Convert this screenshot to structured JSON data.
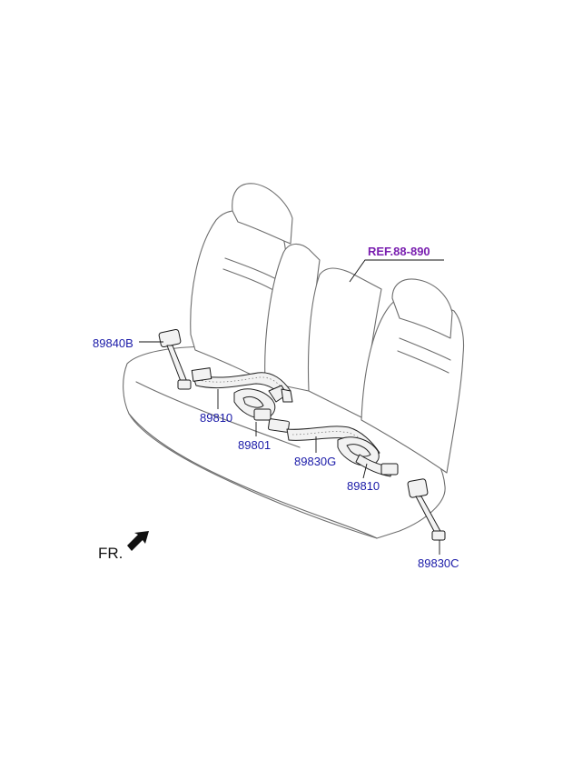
{
  "reference": {
    "label": "REF.88-890",
    "color": "#7a1fb0"
  },
  "callouts": [
    {
      "label": "89840B"
    },
    {
      "label": "89810"
    },
    {
      "label": "89801"
    },
    {
      "label": "89830G"
    },
    {
      "label": "89810"
    },
    {
      "label": "89830C"
    }
  ],
  "direction": {
    "label": "FR.",
    "icon": "front-arrow-icon"
  },
  "colors": {
    "callout_text": "#1a1aa8",
    "outline": "#6e6e6e"
  }
}
